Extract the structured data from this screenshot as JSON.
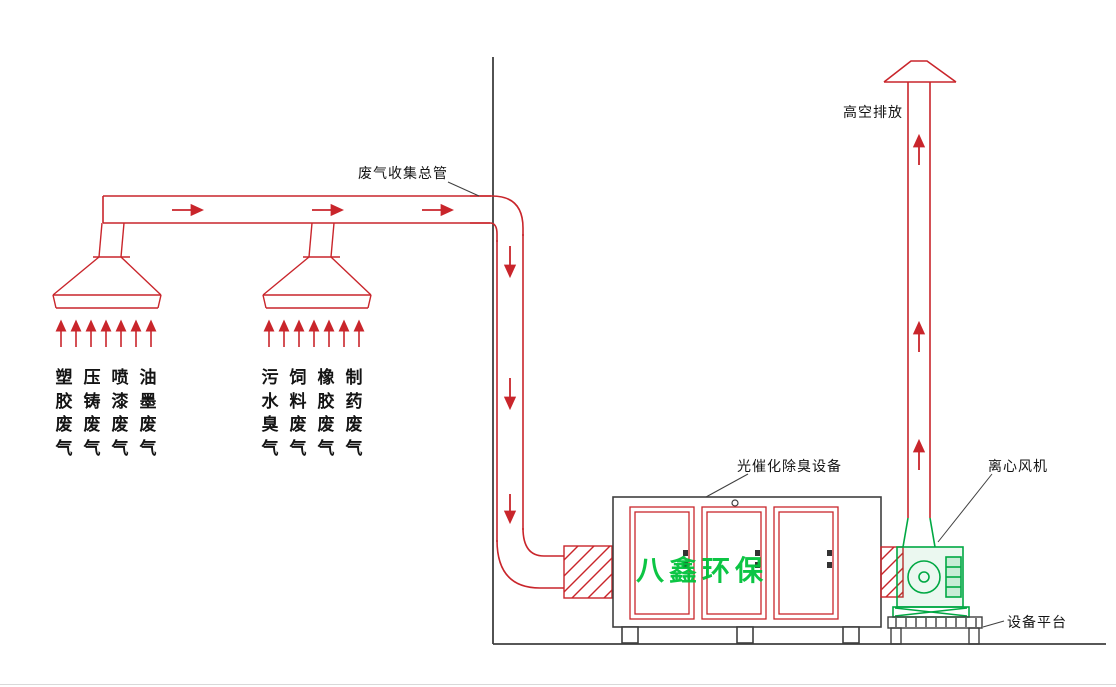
{
  "labels": {
    "main_duct": "废气收集总管",
    "equipment": "光催化除臭设备",
    "fan": "离心风机",
    "discharge": "高空排放",
    "platform": "设备平台"
  },
  "watermark": "八鑫环保",
  "hoods": [
    {
      "name": "hood-1",
      "gas_columns": [
        "塑胶废气",
        "压铸废气",
        "喷漆废气",
        "油墨废气"
      ]
    },
    {
      "name": "hood-2",
      "gas_columns": [
        "污水臭气",
        "饲料废气",
        "橡胶废气",
        "制药废气"
      ]
    }
  ],
  "colors": {
    "duct_red": "#c9252b",
    "line_black": "#3f3f3f",
    "fan_green": "#00a843",
    "watermark_green": "#00c23a"
  }
}
